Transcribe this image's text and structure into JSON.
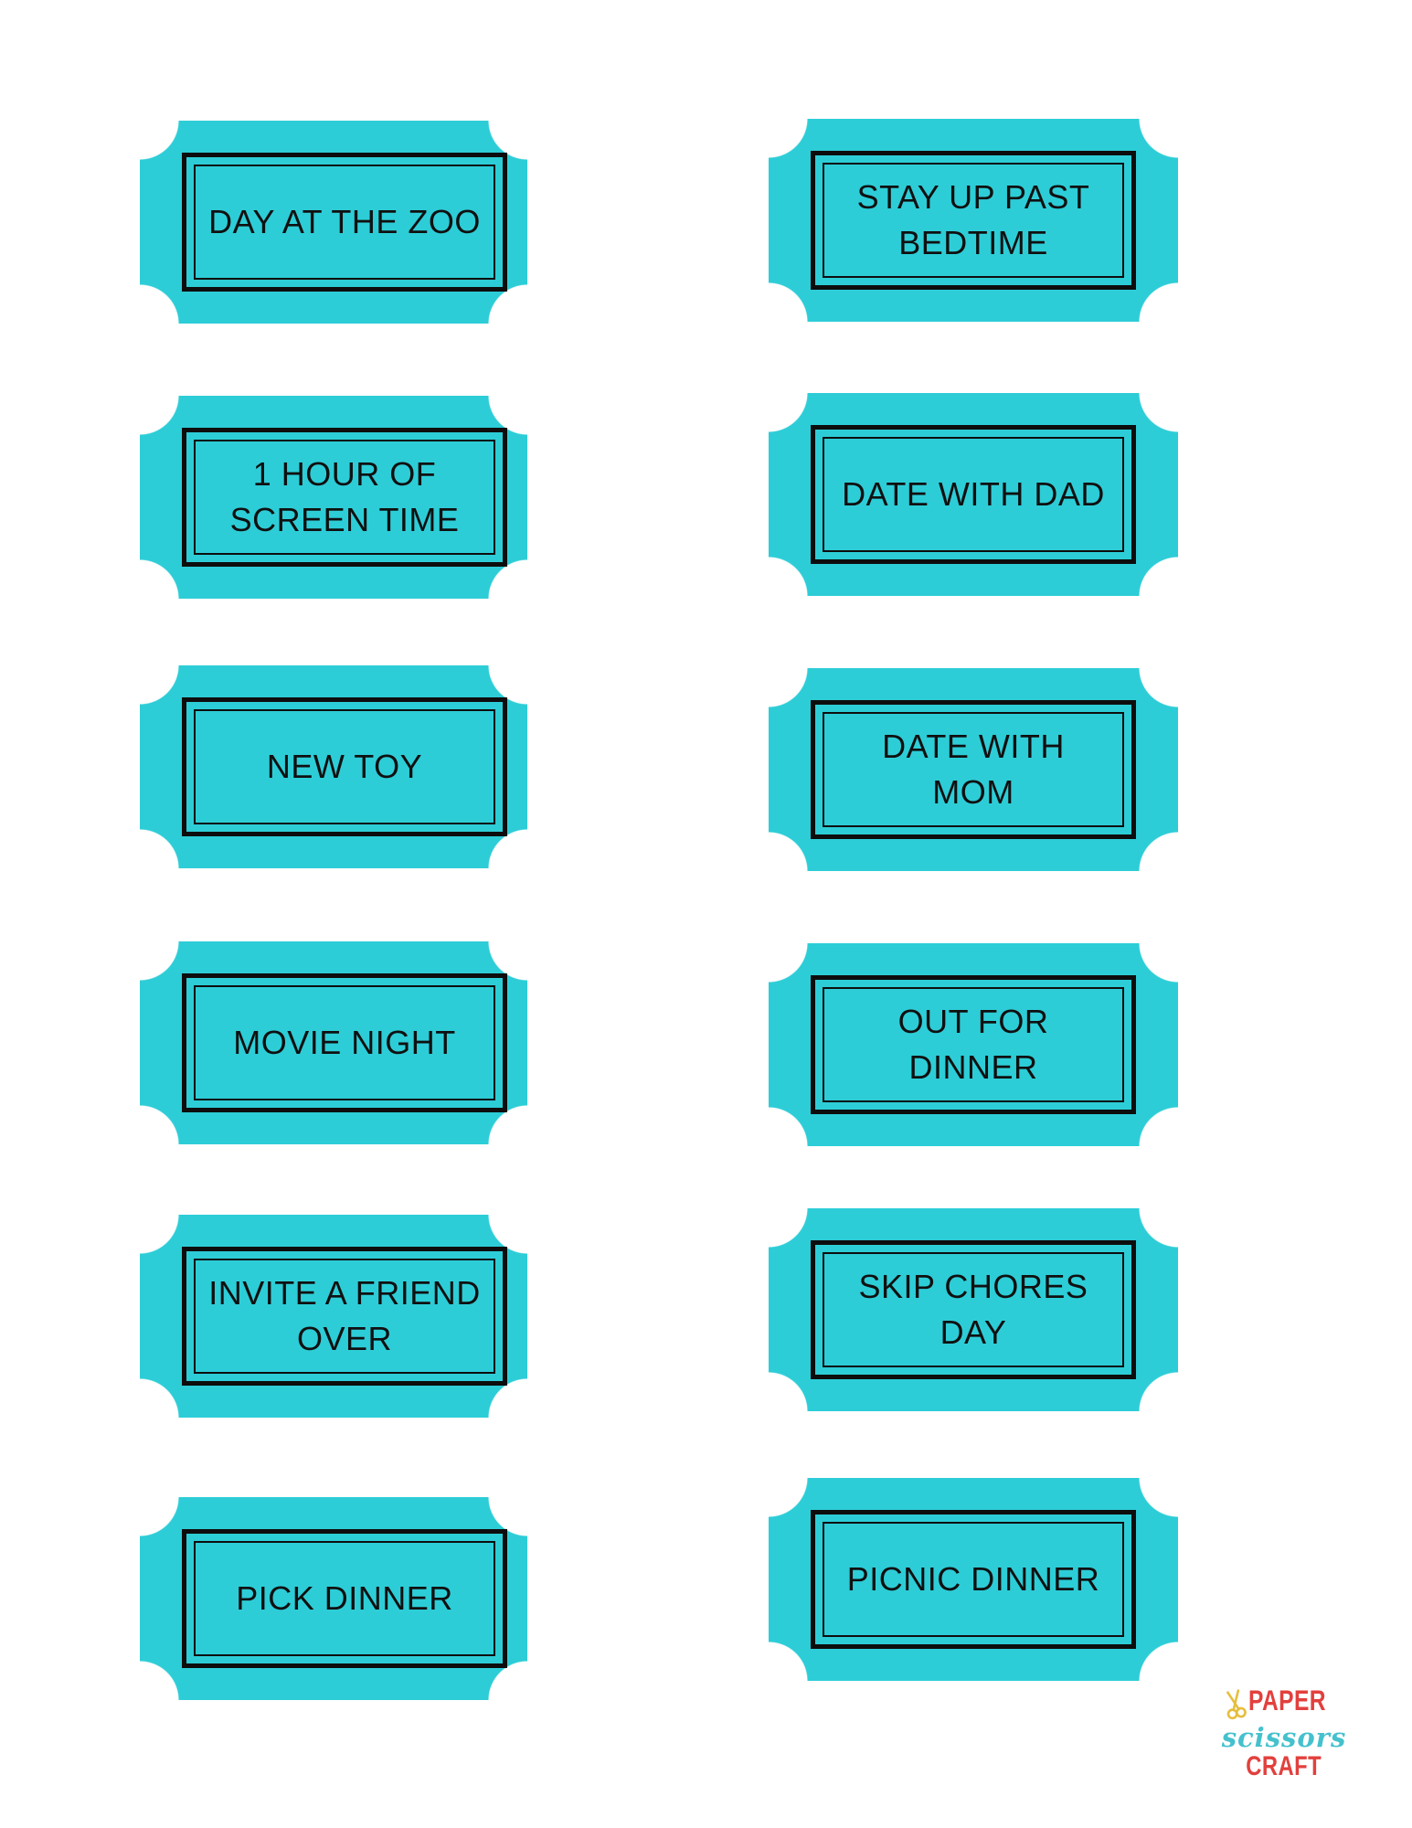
{
  "colors": {
    "page_background": "#ffffff",
    "ticket_fill": "#2dcdd7",
    "ticket_border": "#0d0d0d",
    "ticket_text": "#101010",
    "brand_red": "#e2403d",
    "brand_teal": "#45c1cd",
    "brand_gold": "#e6be3c"
  },
  "tickets": [
    {
      "label": "DAY AT THE ZOO"
    },
    {
      "label": "STAY UP PAST\nBEDTIME"
    },
    {
      "label": "1 HOUR OF\nSCREEN TIME"
    },
    {
      "label": "DATE WITH DAD"
    },
    {
      "label": "NEW TOY"
    },
    {
      "label": "DATE WITH\nMOM"
    },
    {
      "label": "MOVIE NIGHT"
    },
    {
      "label": "OUT FOR\nDINNER"
    },
    {
      "label": "INVITE A FRIEND\nOVER"
    },
    {
      "label": "SKIP CHORES\nDAY"
    },
    {
      "label": "PICK DINNER"
    },
    {
      "label": "PICNIC DINNER"
    }
  ],
  "brand": {
    "icon": "scissors-icon",
    "line1": "PAPER",
    "line2": "scissors",
    "line3": "CRAFT"
  }
}
